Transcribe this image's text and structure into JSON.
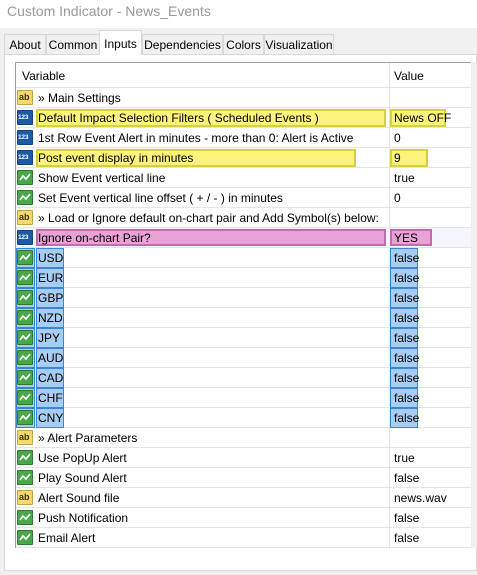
{
  "window": {
    "title": "Custom Indicator - News_Events"
  },
  "tabs": [
    {
      "label": "About"
    },
    {
      "label": "Common"
    },
    {
      "label": "Inputs"
    },
    {
      "label": "Dependencies"
    },
    {
      "label": "Colors"
    },
    {
      "label": "Visualization"
    }
  ],
  "grid": {
    "col_variable": "Variable",
    "col_value": "Value",
    "rows": [
      {
        "icon": "ab",
        "label": "» Main Settings",
        "value": ""
      },
      {
        "icon": "123",
        "label": "Default Impact Selection Filters ( Scheduled Events )",
        "value": "News OFF"
      },
      {
        "icon": "123",
        "label": "1st Row Event Alert in minutes - more than 0: Alert is Active",
        "value": "0"
      },
      {
        "icon": "123",
        "label": "Post event display in minutes",
        "value": "9"
      },
      {
        "icon": "bool",
        "label": "Show Event vertical line",
        "value": "true"
      },
      {
        "icon": "bool",
        "label": "Set Event vertical line offset ( + / - ) in minutes",
        "value": "0"
      },
      {
        "icon": "ab",
        "label": "» Load or Ignore default on-chart pair and Add Symbol(s) below:",
        "value": ""
      },
      {
        "icon": "123",
        "label": "Ignore on-chart Pair?",
        "value": "YES"
      },
      {
        "icon": "bool",
        "label": "USD",
        "value": "false"
      },
      {
        "icon": "bool",
        "label": "EUR",
        "value": "false"
      },
      {
        "icon": "bool",
        "label": "GBP",
        "value": "false"
      },
      {
        "icon": "bool",
        "label": "NZD",
        "value": "false"
      },
      {
        "icon": "bool",
        "label": "JPY",
        "value": "false"
      },
      {
        "icon": "bool",
        "label": "AUD",
        "value": "false"
      },
      {
        "icon": "bool",
        "label": "CAD",
        "value": "false"
      },
      {
        "icon": "bool",
        "label": "CHF",
        "value": "false"
      },
      {
        "icon": "bool",
        "label": "CNY",
        "value": "false"
      },
      {
        "icon": "ab",
        "label": "» Alert Parameters",
        "value": ""
      },
      {
        "icon": "bool",
        "label": "Use PopUp Alert",
        "value": "true"
      },
      {
        "icon": "bool",
        "label": "Play Sound Alert",
        "value": "false"
      },
      {
        "icon": "ab",
        "label": "Alert Sound file",
        "value": "news.wav"
      },
      {
        "icon": "bool",
        "label": "Push Notification",
        "value": "false"
      },
      {
        "icon": "bool",
        "label": "Email Alert",
        "value": "false"
      }
    ]
  },
  "icons": {
    "ab_text": "ab",
    "num_text": "123"
  },
  "colors": {
    "highlight_yellow": "#fbf37c",
    "highlight_pink": "#e7a2d6",
    "highlight_blue": "#a8cdf2",
    "icon_blue": "#1c5aa6",
    "icon_green": "#4aa84a",
    "icon_yellow": "#f7d86b"
  }
}
